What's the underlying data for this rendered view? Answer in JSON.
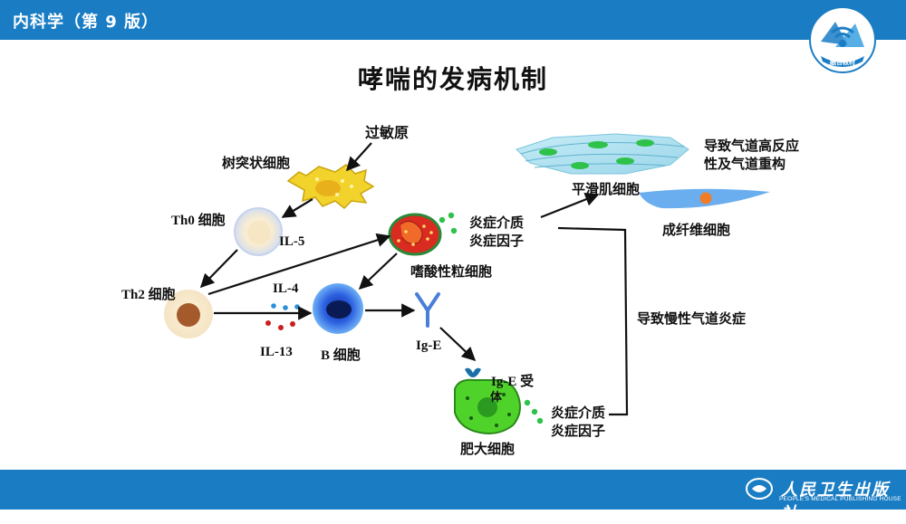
{
  "header": {
    "book_title": "内科学（第 9 版）",
    "logo_caption": "融合教材"
  },
  "slide": {
    "title": "哮喘的发病机制"
  },
  "diagram": {
    "allergen": "过敏原",
    "dendritic_cell": "树突状细胞",
    "th0_cell": "Th0  细胞",
    "th2_cell": "Th2  细胞",
    "il5": "IL-5",
    "il4": "IL-4",
    "il13": "IL-13",
    "b_cell": "B 细胞",
    "ige": "Ig-E",
    "ige_receptor": "Ig-E 受",
    "ige_receptor_tail": "体",
    "mast_cell": "肥大细胞",
    "eosinophil": "嗜酸性粒细胞",
    "mediator_1a": "炎症介质",
    "mediator_1b": "炎症因子",
    "mediator_2a": "炎症介质",
    "mediator_2b": "炎症因子",
    "smooth_muscle": "平滑肌细胞",
    "fibroblast": "成纤维细胞",
    "result_remodel_1": "导致气道高反应",
    "result_remodel_2": "性及气道重构",
    "result_chronic": "导致慢性气道炎症"
  },
  "footer": {
    "publisher_cn": "人民卫生出版社",
    "publisher_en": "PEOPLE'S MEDICAL PUBLISHING HOUSE"
  },
  "colors": {
    "bar": "#1a7dc4",
    "dendritic": "#f2d32b",
    "mast": "#4fd32a",
    "eosinophil": "#d92b1f",
    "b_cell": "#1a4fd1"
  }
}
